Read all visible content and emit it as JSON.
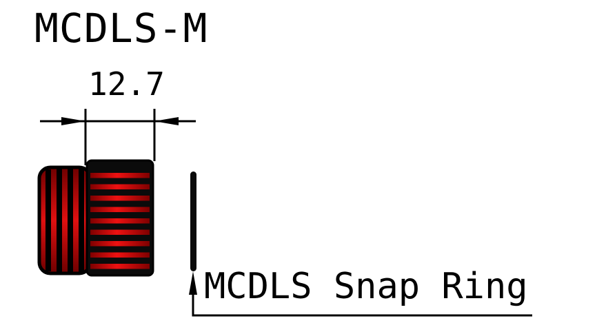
{
  "drawing": {
    "title": "MCDLS-M",
    "dimension_value": "12.7",
    "snap_ring_label": "MCDLS Snap Ring"
  },
  "colors": {
    "ink": "#000000",
    "thread_red": "#cc0000",
    "thread_highlight": "#ee1111",
    "background": "#ffffff"
  }
}
